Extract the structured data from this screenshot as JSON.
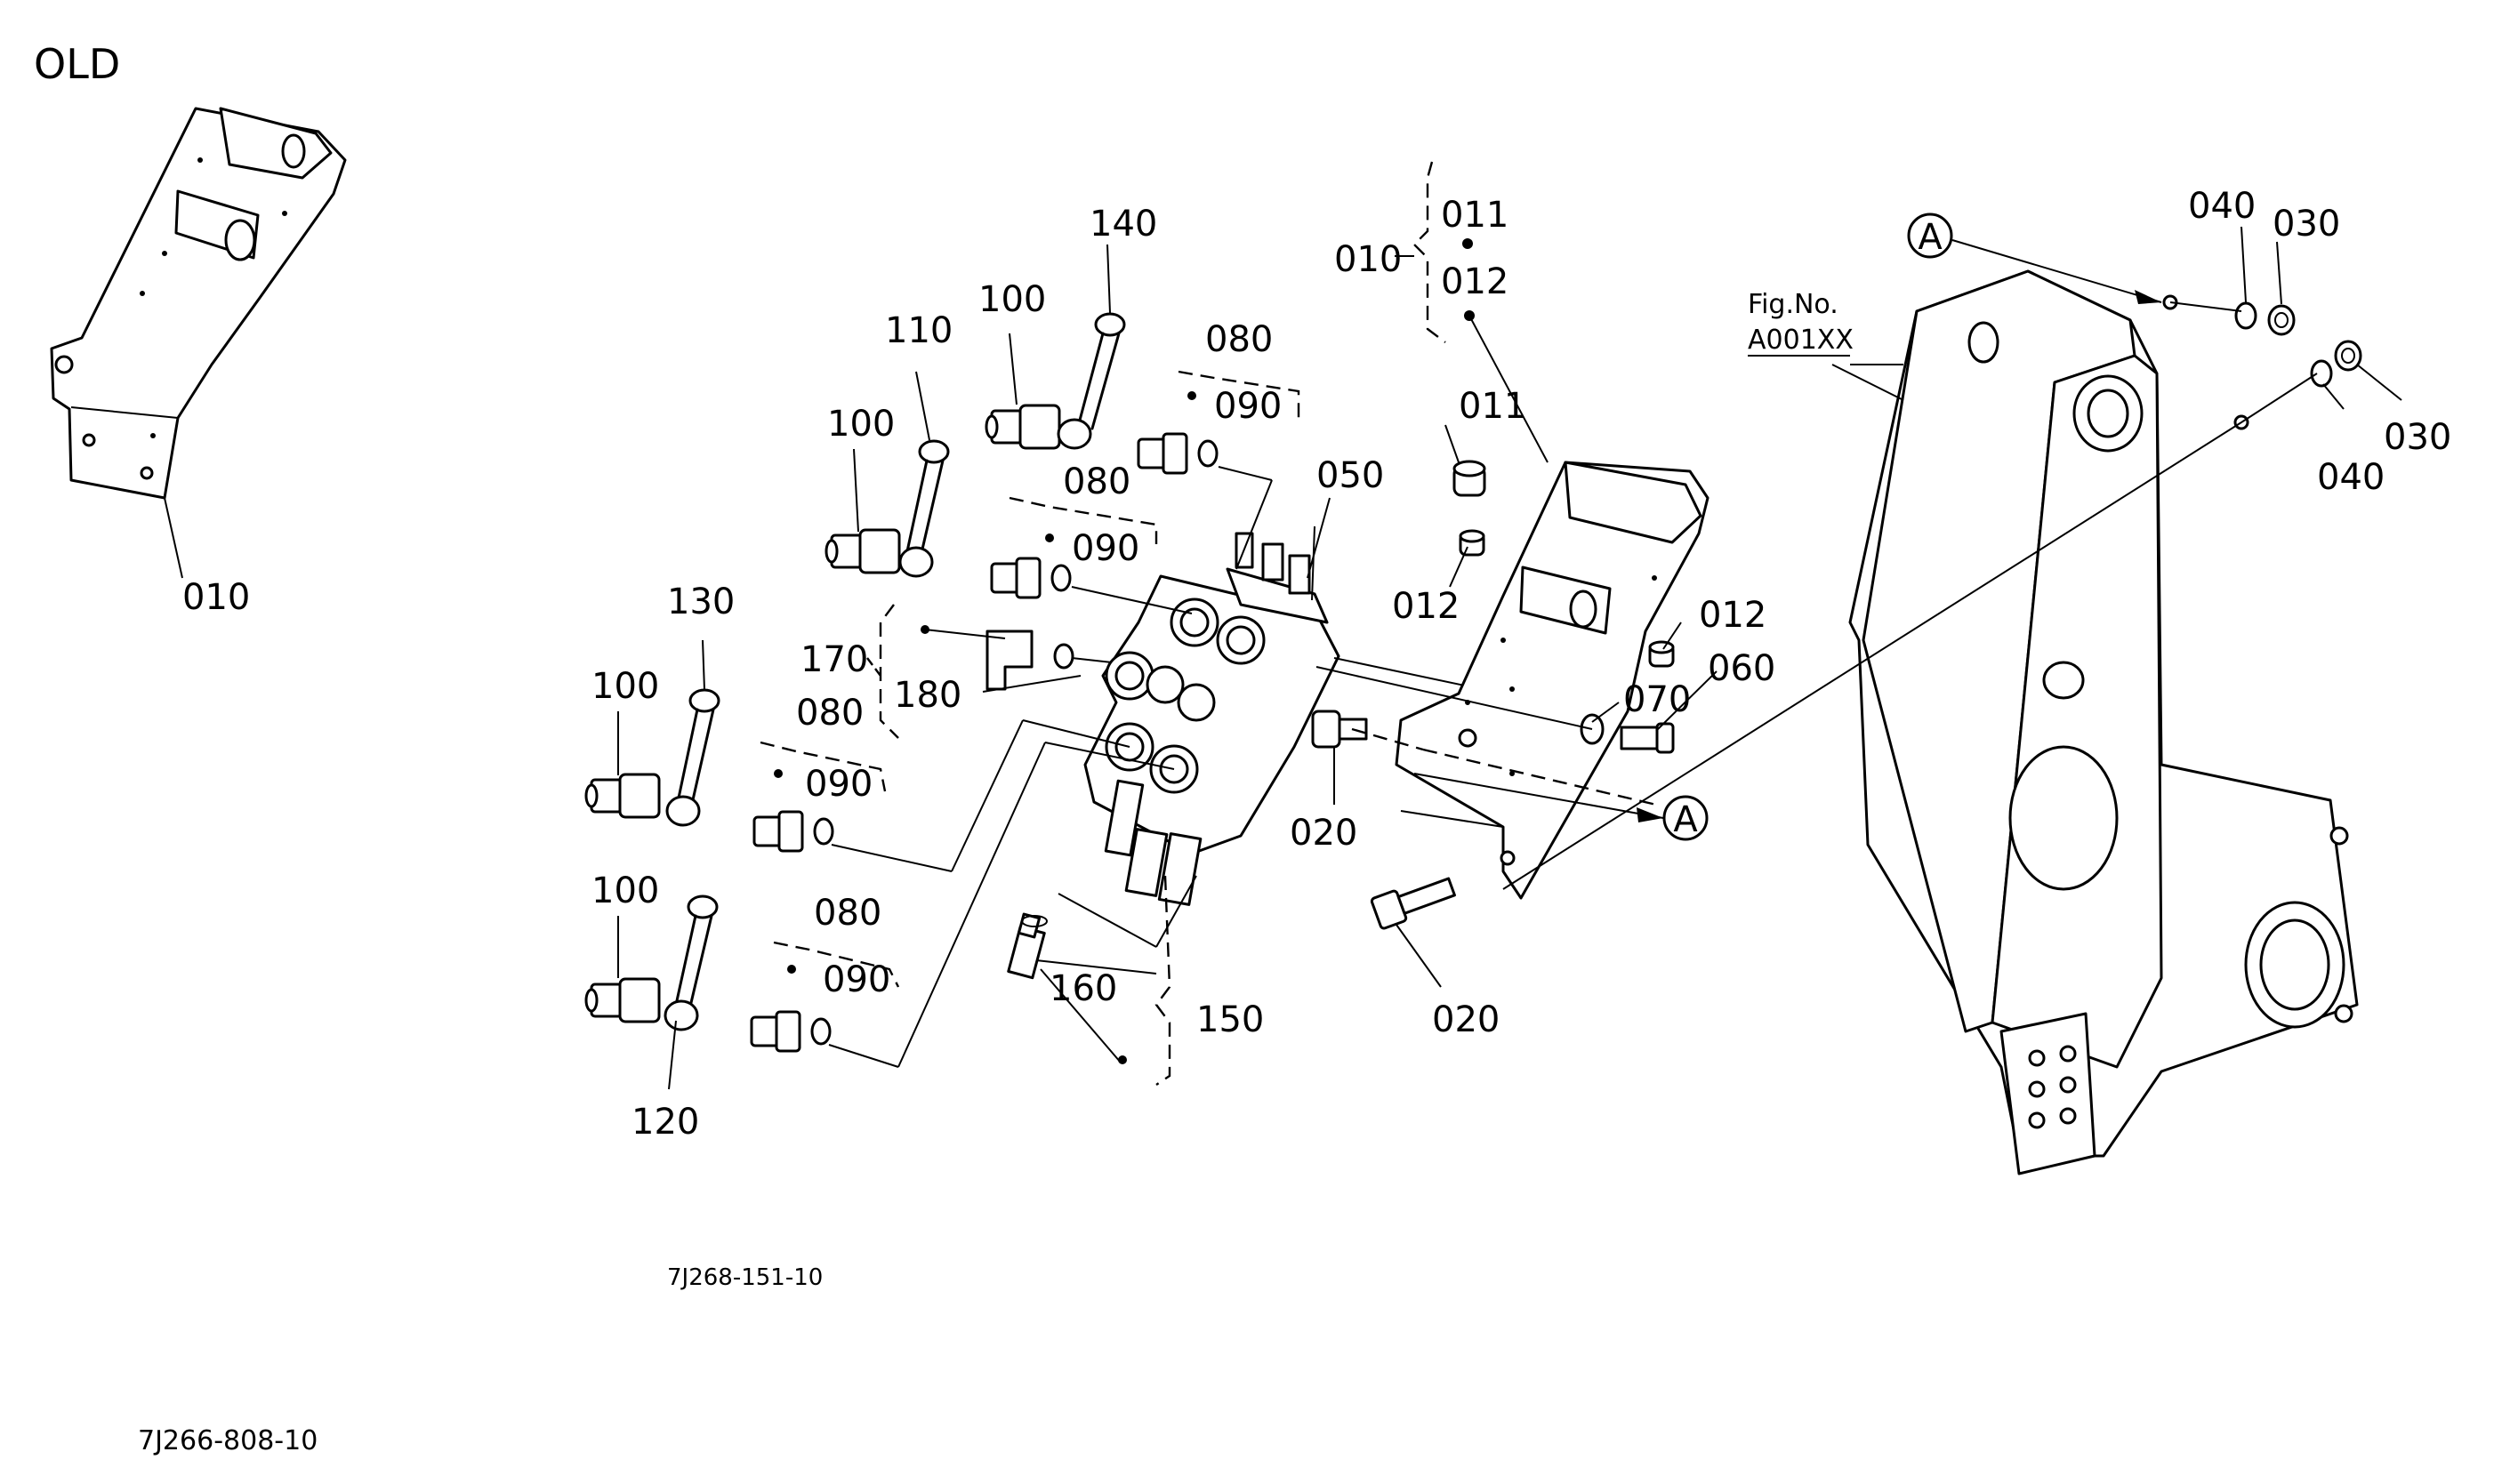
{
  "header": {
    "title": "OLD"
  },
  "drawing_code": "7J268-151-10",
  "page_code": "7J266-808-10",
  "reference_marker": "A",
  "fig_ref": {
    "line1": "Fig.No.",
    "line2": "A001XX"
  },
  "labels": {
    "p010_old": "010",
    "p010_group": "010",
    "p011a": "011",
    "p012a": "012",
    "p011b": "011",
    "p012b": "012",
    "p012c": "012",
    "p020a": "020",
    "p020b": "020",
    "p030a": "030",
    "p030b": "030",
    "p040a": "040",
    "p040b": "040",
    "p050": "050",
    "p060": "060",
    "p070": "070",
    "p080a": "080",
    "p080b": "080",
    "p080c": "080",
    "p080d": "080",
    "p090a": "090",
    "p090b": "090",
    "p090c": "090",
    "p090d": "090",
    "p100a": "100",
    "p100b": "100",
    "p100c": "100",
    "p100d": "100",
    "p110": "110",
    "p120": "120",
    "p130": "130",
    "p140": "140",
    "p150": "150",
    "p160": "160",
    "p170": "170",
    "p180": "180"
  }
}
